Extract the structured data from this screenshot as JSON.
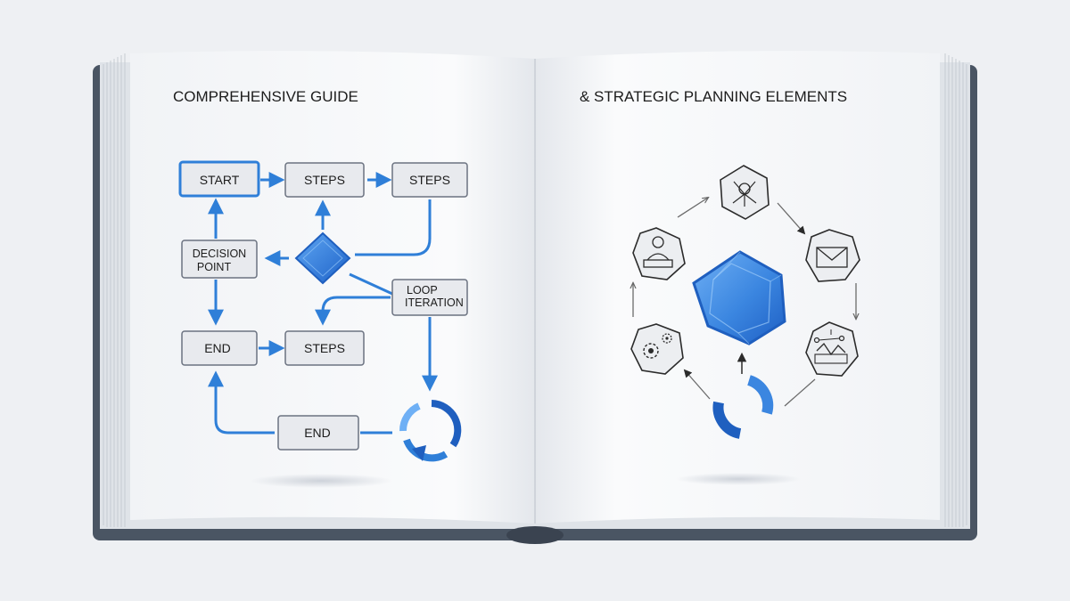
{
  "left_page": {
    "heading": "COMPREHENSIVE GUIDE",
    "nodes": {
      "start": "START",
      "steps_1": "STEPS",
      "steps_2": "STEPS",
      "decision_line1": "DECISION",
      "decision_line2": "POINT",
      "loop_line1": "LOOP",
      "loop_line2": "ITERATION",
      "end_1": "END",
      "steps_3": "STEPS",
      "end_2": "END"
    }
  },
  "right_page": {
    "heading": "& STRATEGIC PLANNING ELEMENTS",
    "icons": [
      "person-at-desk-icon",
      "target-network-icon",
      "envelope-icon",
      "gears-icon",
      "chart-network-icon"
    ]
  },
  "colors": {
    "accent": "#2f7fd8",
    "accent_dark": "#1f5fbf",
    "book_cover": "#4a5563",
    "page": "#f7f8fa",
    "ink": "#1c1c1c"
  }
}
